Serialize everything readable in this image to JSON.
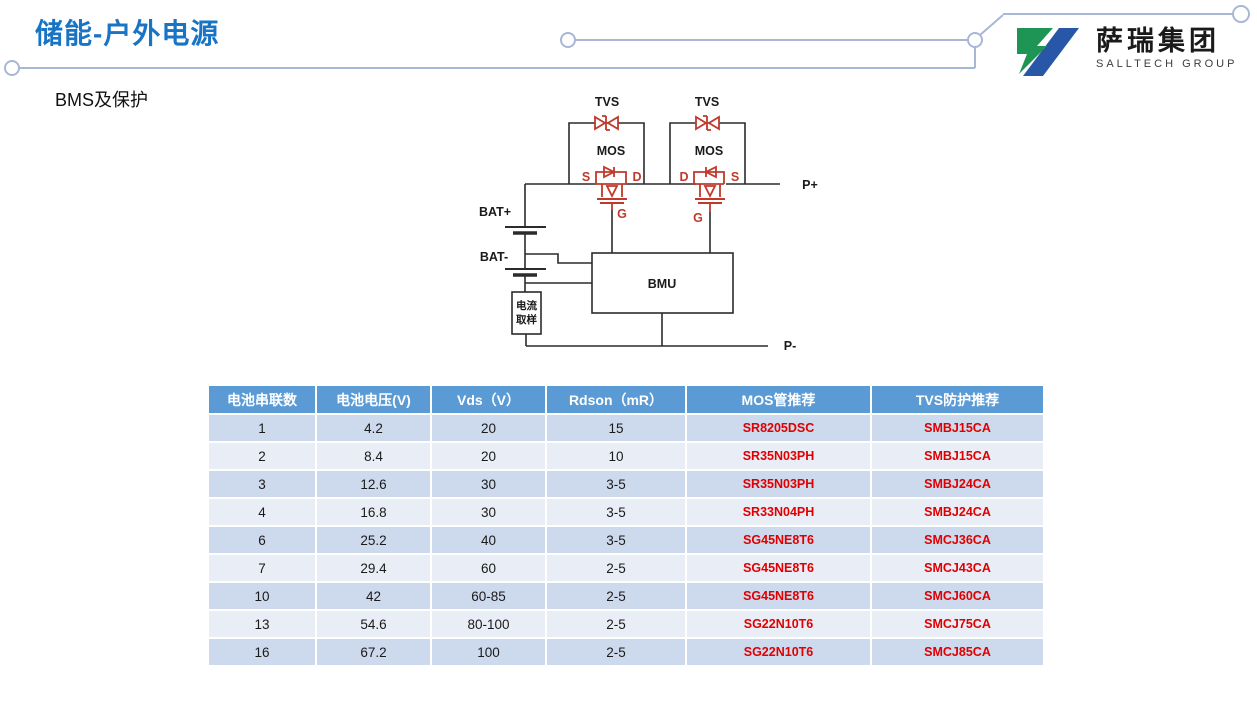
{
  "title": "储能-户外电源",
  "subtitle": "BMS及保护",
  "logo": {
    "cn": "萨瑞集团",
    "en": "SALLTECH GROUP"
  },
  "diagram": {
    "tvs": "TVS",
    "mos": "MOS",
    "bat_plus": "BAT+",
    "bat_minus": "BAT-",
    "bmu": "BMU",
    "p_plus": "P+",
    "p_minus": "P-",
    "sample_l1": "电流",
    "sample_l2": "取样",
    "s": "S",
    "d": "D",
    "g": "G"
  },
  "table": {
    "headers": [
      "电池串联数",
      "电池电压(V)",
      "Vds（V）",
      "Rdson（mR）",
      "MOS管推荐",
      "TVS防护推荐"
    ],
    "rows": [
      {
        "series": "1",
        "voltage": "4.2",
        "vds": "20",
        "rdson": "15",
        "mos": "SR8205DSC",
        "tvs": "SMBJ15CA"
      },
      {
        "series": "2",
        "voltage": "8.4",
        "vds": "20",
        "rdson": "10",
        "mos": "SR35N03PH",
        "tvs": "SMBJ15CA"
      },
      {
        "series": "3",
        "voltage": "12.6",
        "vds": "30",
        "rdson": "3-5",
        "mos": "SR35N03PH",
        "tvs": "SMBJ24CA"
      },
      {
        "series": "4",
        "voltage": "16.8",
        "vds": "30",
        "rdson": "3-5",
        "mos": "SR33N04PH",
        "tvs": "SMBJ24CA"
      },
      {
        "series": "6",
        "voltage": "25.2",
        "vds": "40",
        "rdson": "3-5",
        "mos": "SG45NE8T6",
        "tvs": "SMCJ36CA"
      },
      {
        "series": "7",
        "voltage": "29.4",
        "vds": "60",
        "rdson": "2-5",
        "mos": "SG45NE8T6",
        "tvs": "SMCJ43CA"
      },
      {
        "series": "10",
        "voltage": "42",
        "vds": "60-85",
        "rdson": "2-5",
        "mos": "SG45NE8T6",
        "tvs": "SMCJ60CA"
      },
      {
        "series": "13",
        "voltage": "54.6",
        "vds": "80-100",
        "rdson": "2-5",
        "mos": "SG22N10T6",
        "tvs": "SMCJ75CA"
      },
      {
        "series": "16",
        "voltage": "67.2",
        "vds": "100",
        "rdson": "2-5",
        "mos": "SG22N10T6",
        "tvs": "SMCJ85CA"
      }
    ]
  },
  "colors": {
    "accent_blue": "#1874C4",
    "header_bg": "#5B9BD5",
    "row_dark": "#CDD9EC",
    "row_light": "#E9EDF6",
    "table_red": "#E00000",
    "circuit_red": "#C0392B",
    "deco_line": "#A9B7D6",
    "logo_green": "#1E9554",
    "logo_blue": "#2857A8"
  }
}
